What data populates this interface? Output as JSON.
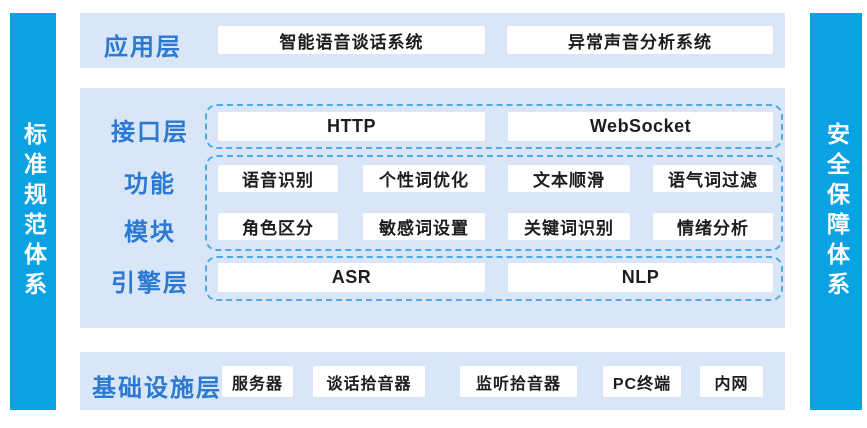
{
  "sidebars": {
    "left": "标准规范体系",
    "right": "安全保障体系"
  },
  "app_layer": {
    "label": "应用层",
    "items": [
      "智能语音谈话系统",
      "异常声音分析系统"
    ]
  },
  "interface_layer": {
    "label": "接口层",
    "items": [
      "HTTP",
      "WebSocket"
    ]
  },
  "function_module": {
    "label_line1": "功能",
    "label_line2": "模块",
    "row1": [
      "语音识别",
      "个性词优化",
      "文本顺滑",
      "语气词过滤"
    ],
    "row2": [
      "角色区分",
      "敏感词设置",
      "关键词识别",
      "情绪分析"
    ]
  },
  "engine_layer": {
    "label": "引擎层",
    "items": [
      "ASR",
      "NLP"
    ]
  },
  "infra_layer": {
    "label": "基础设施层",
    "items": [
      "服务器",
      "谈话拾音器",
      "监听拾音器",
      "PC终端",
      "内网"
    ]
  },
  "colors": {
    "pillar_blue": "#0aa2e2",
    "band_light_blue": "#d9e6f7",
    "dashed_border_blue": "#4fa9e6",
    "label_blue": "#2b79d2",
    "box_text": "#1d1d1d"
  }
}
